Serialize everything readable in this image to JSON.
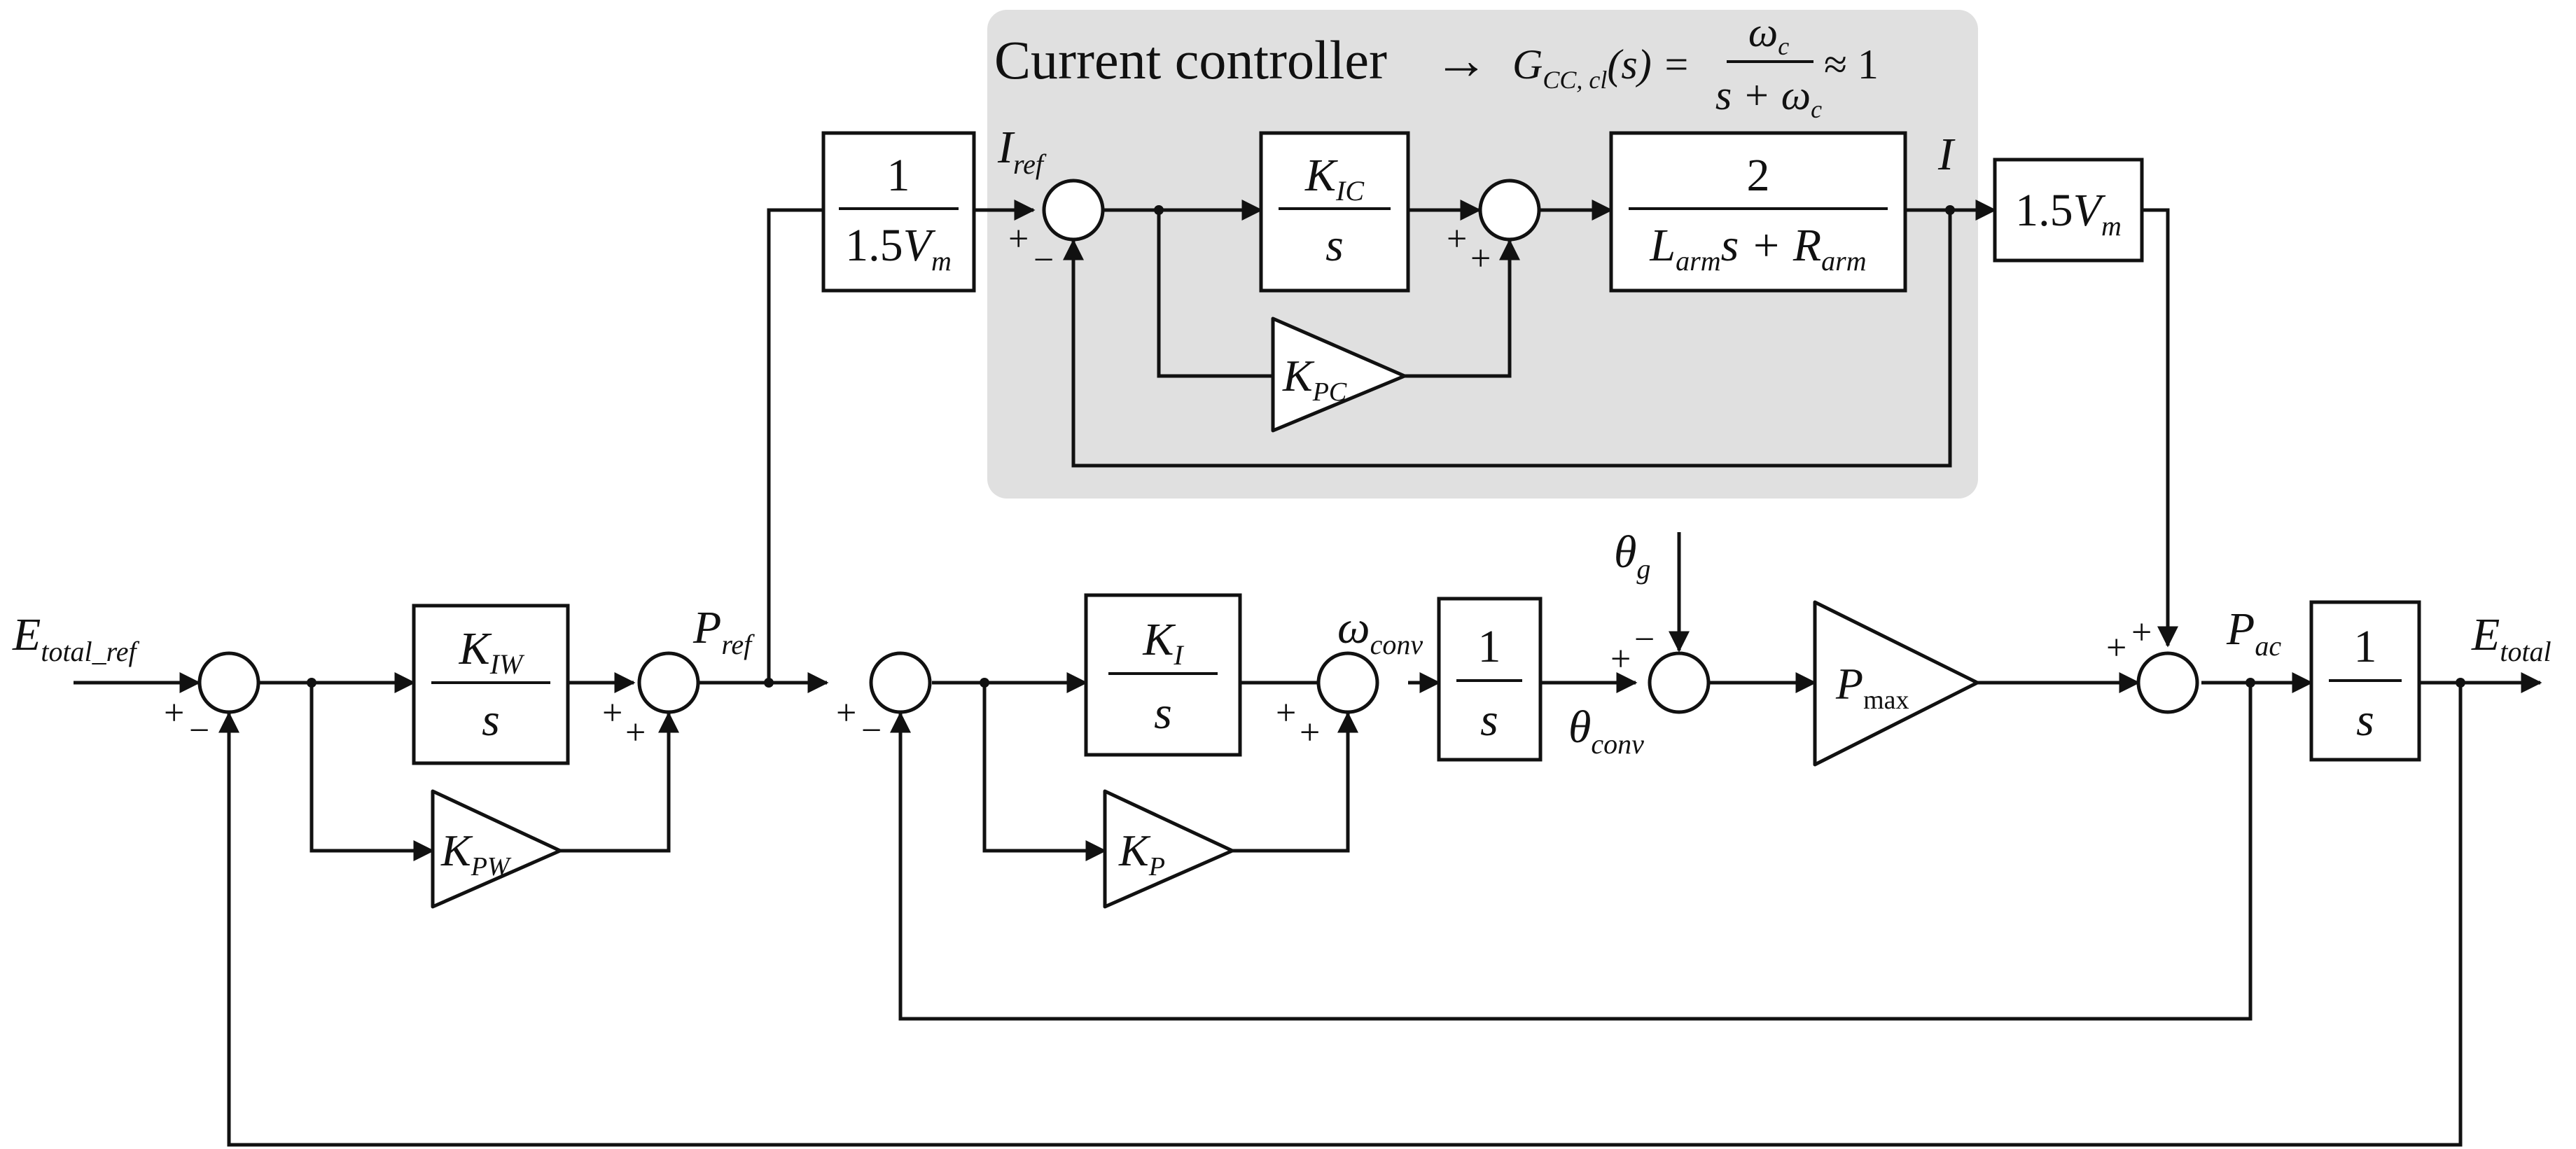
{
  "current_controller": {
    "label": "Current controller",
    "arrow": "→",
    "formula_lhs_symbol": "G",
    "formula_lhs_sub": "CC, cl",
    "formula_lhs_arg": "(s) =",
    "formula_num_symbol": "ω",
    "formula_num_sub": "c",
    "formula_den_s": "s + ",
    "formula_den_symbol": "ω",
    "formula_den_sub": "c",
    "formula_rhs": "≈ 1"
  },
  "blocks": {
    "inv_vm": {
      "num": "1",
      "den_prefix": "1.5",
      "den_symbol": "V",
      "den_sub": "m"
    },
    "kic": {
      "num_symbol": "K",
      "num_sub": "IC",
      "den": "s"
    },
    "plant": {
      "num": "2",
      "den_sym1": "L",
      "den_sub1": "arm",
      "den_mid": "s + ",
      "den_sym2": "R",
      "den_sub2": "arm"
    },
    "vm": {
      "prefix": "1.5",
      "symbol": "V",
      "sub": "m"
    },
    "kpc": {
      "symbol": "K",
      "sub": "PC"
    },
    "kiw": {
      "num_symbol": "K",
      "num_sub": "IW",
      "den": "s"
    },
    "kpw": {
      "symbol": "K",
      "sub": "PW"
    },
    "ki": {
      "num_symbol": "K",
      "num_sub": "I",
      "den": "s"
    },
    "kp": {
      "symbol": "K",
      "sub": "P"
    },
    "int1": {
      "num": "1",
      "den": "s"
    },
    "pmax": {
      "symbol": "P",
      "sub": "max"
    },
    "int2": {
      "num": "1",
      "den": "s"
    }
  },
  "signals": {
    "i_ref": {
      "symbol": "I",
      "sub": "ref"
    },
    "i": {
      "symbol": "I"
    },
    "e_total_ref": {
      "symbol": "E",
      "sub": "total_ref"
    },
    "p_ref": {
      "symbol": "P",
      "sub": "ref"
    },
    "omega_conv": {
      "symbol": "ω",
      "sub": "conv"
    },
    "theta_conv": {
      "symbol": "θ",
      "sub": "conv"
    },
    "theta_g": {
      "symbol": "θ",
      "sub": "g"
    },
    "p_ac": {
      "symbol": "P",
      "sub": "ac"
    },
    "e_total": {
      "symbol": "E",
      "sub": "total"
    }
  },
  "signs": {
    "plus": "+",
    "minus": "−"
  }
}
